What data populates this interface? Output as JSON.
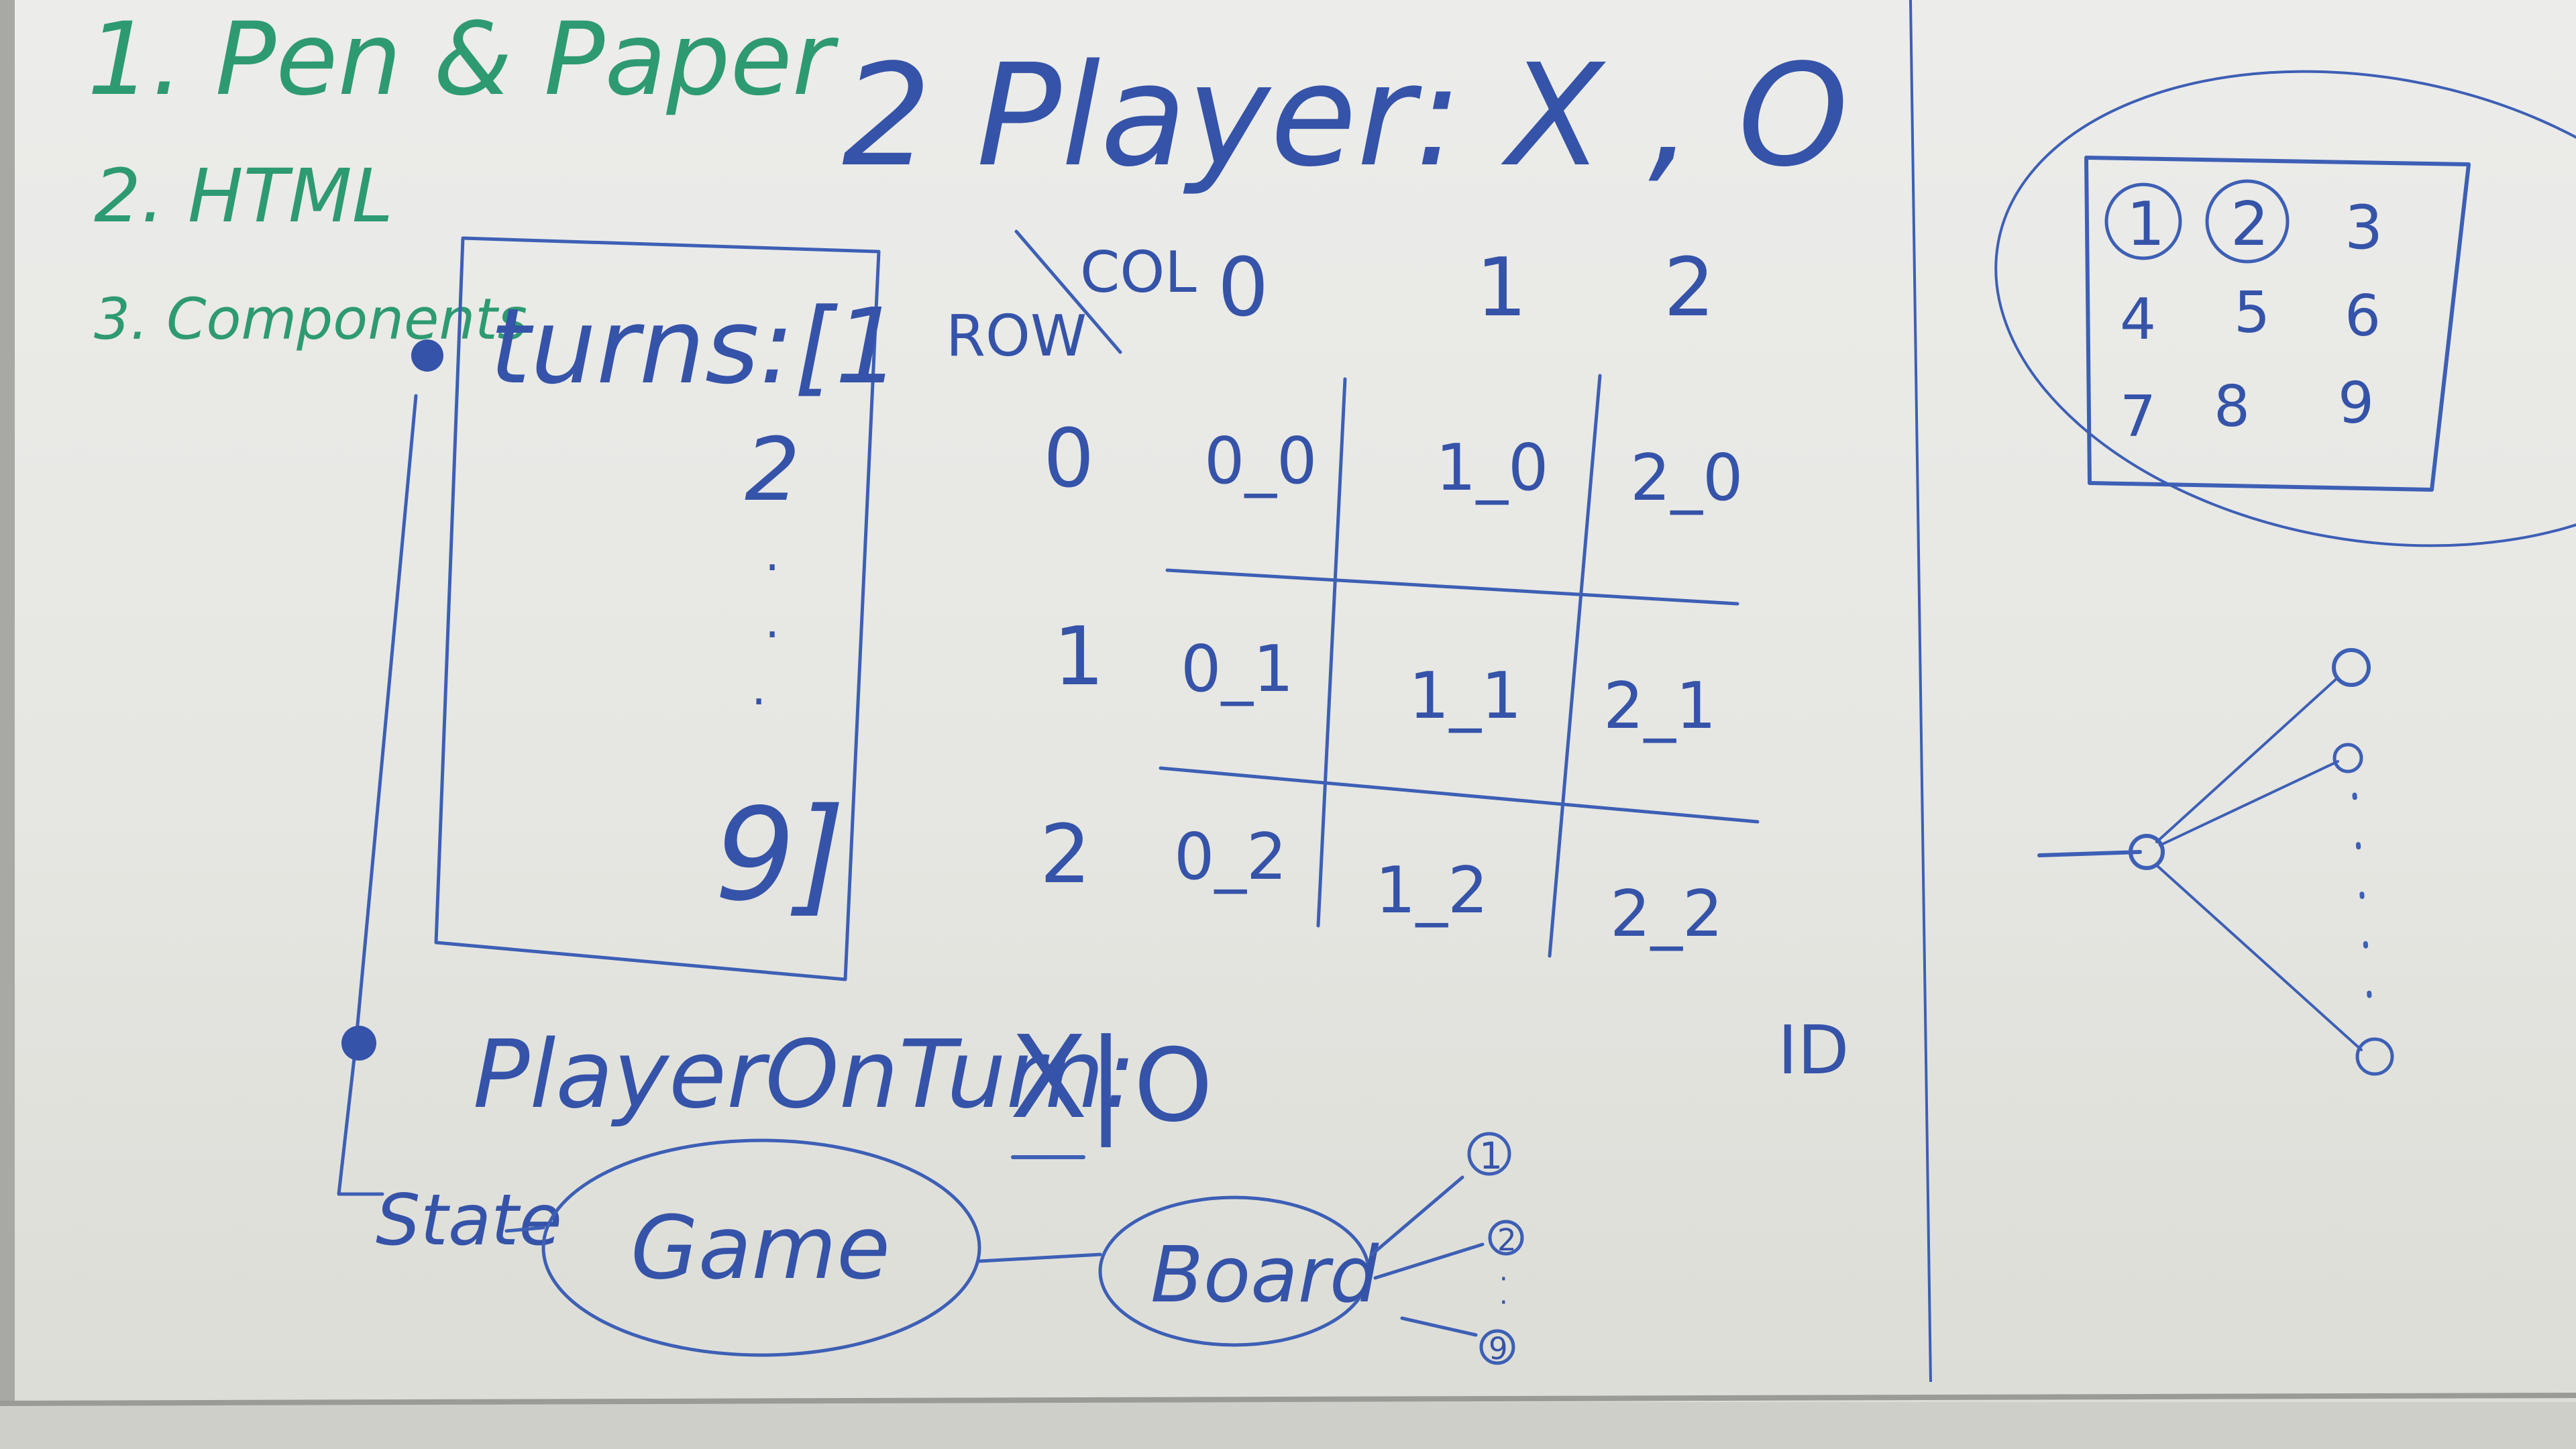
{
  "colors": {
    "board": "#e9e9e6",
    "green_marker": "#2e9a72",
    "blue_marker": "#3553a8",
    "frame": "#9a9a96"
  },
  "notes": {
    "list": [
      "1. Pen & Paper",
      "2. HTML",
      "3. Components"
    ]
  },
  "header": {
    "title": "2 Player: X , O"
  },
  "turns_box": {
    "label": "turns:[1",
    "second": "2",
    "dots": [
      "·",
      "·",
      "·"
    ],
    "last": "9]"
  },
  "grid": {
    "col_label": "COL",
    "row_label": "ROW",
    "col_headers": [
      "0",
      "1",
      "2"
    ],
    "row_headers": [
      "0",
      "1",
      "2"
    ],
    "cells": [
      [
        "0_0",
        "1_0",
        "2_0"
      ],
      [
        "0_1",
        "1_1",
        "2_1"
      ],
      [
        "0_2",
        "1_2",
        "2_2"
      ]
    ],
    "id_note": "ID"
  },
  "player_on_turn": {
    "label": "PlayerOnTurn:",
    "x": "X",
    "sep": "|",
    "o": "O"
  },
  "component_tree": {
    "state_label": "State",
    "game_label": "Game",
    "board_label": "Board",
    "children": [
      "1",
      "2",
      "9"
    ],
    "dots": "·"
  },
  "mini_board": {
    "numbers": [
      "1",
      "2",
      "3",
      "4",
      "5",
      "6",
      "7",
      "8",
      "9"
    ]
  }
}
